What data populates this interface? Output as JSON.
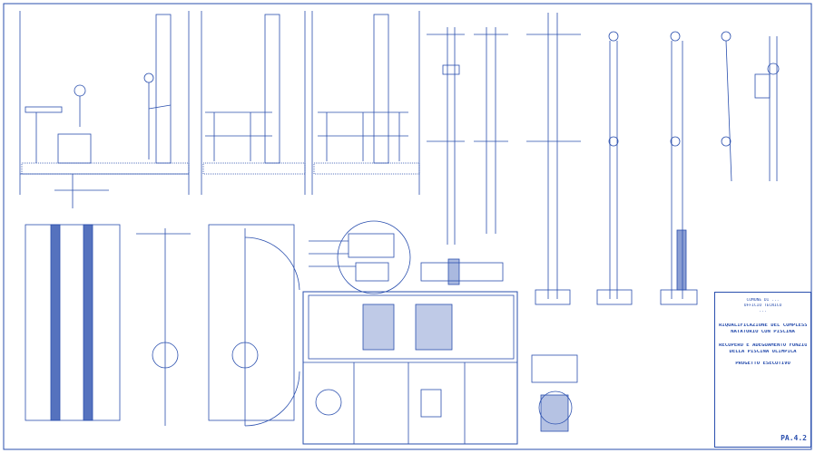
{
  "title_block": {
    "header_lines": [
      "COMUNE DI ...",
      "UFFICIO TECNICO",
      "..."
    ],
    "project_title_1": "RIQUALIFICAZIONE DEL COMPLESSO",
    "project_title_2": "NATATORIO CON PISCINA",
    "subject_1": "RECUPERO E ADEGUAMENTO FUNZIONALE",
    "subject_2": "DELLA PISCINA OLIMPICA",
    "phase": "PROGETTO ESECUTIVO",
    "sheet_code": "PA.4.2"
  },
  "colors": {
    "ink": "#2a4fae",
    "paper": "#ffffff"
  }
}
